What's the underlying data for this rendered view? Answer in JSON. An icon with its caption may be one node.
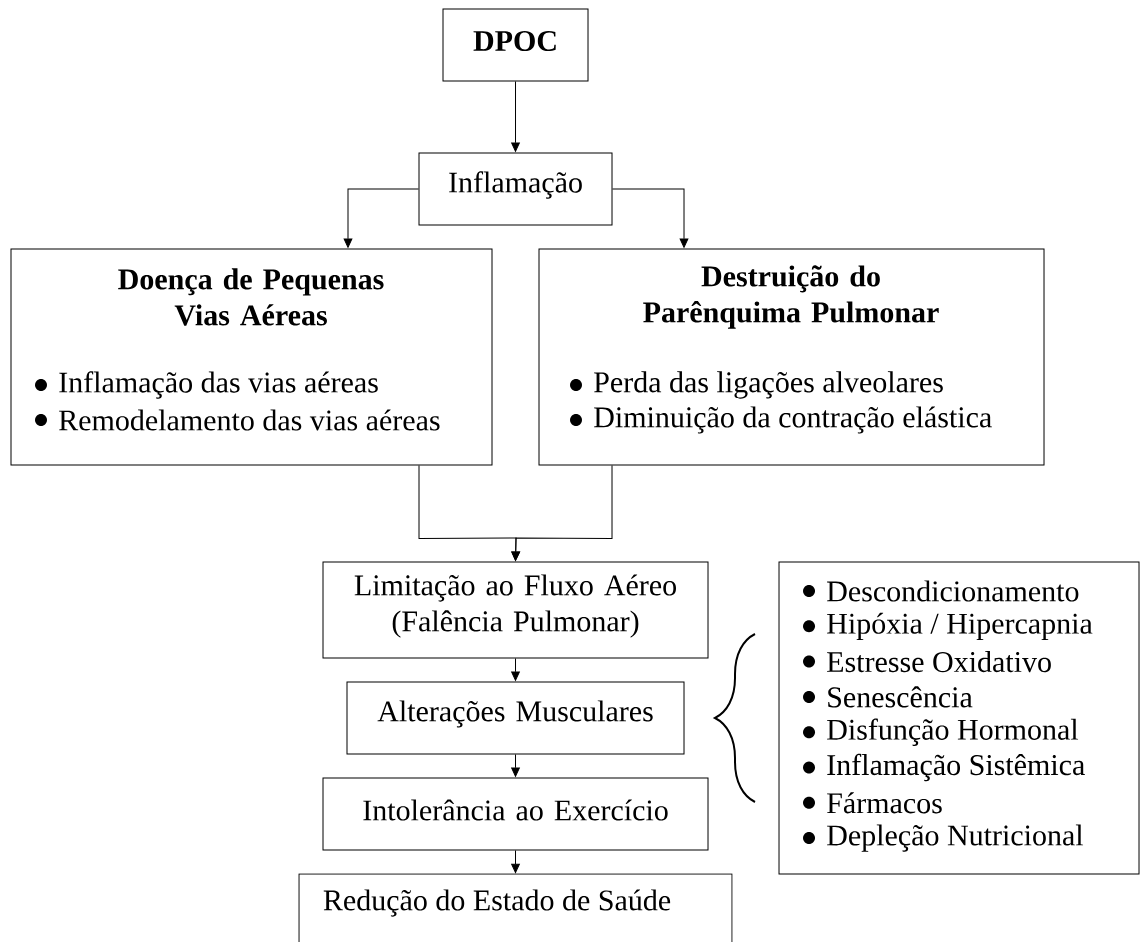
{
  "diagram": {
    "nodes": [
      {
        "text": [
          "DPOC"
        ]
      },
      {
        "text": [
          "Inflamação"
        ]
      },
      {
        "text": [
          "Doença de Pequenas Vias Aéreas",
          "Inflamação das vias aéreas",
          "Remodelamento das vias aéreas"
        ]
      },
      {
        "text": [
          "Destruição do Parênquima Pulmonar",
          "Perda das ligações alveolares",
          "Diminuição da contração elástica"
        ]
      },
      {
        "text": [
          "Limitação ao Fluxo Aéreo (Falência Pulmonar)"
        ]
      },
      {
        "text": [
          "Alterações Musculares"
        ]
      },
      {
        "text": [
          "Intolerância ao Exercício"
        ]
      },
      {
        "text": [
          "Redução do Estado de Saúde"
        ]
      },
      {
        "text": [
          "Descondicionamento",
          "Hipóxia / Hipercapnia",
          "Estresse Oxidativo",
          "Senescência",
          "Disfunção Hormonal",
          "Inflamação Sistêmica",
          "Fármacos",
          "Depleção Nutricional"
        ]
      }
    ],
    "edges": [
      {
        "from": 0,
        "to": 1,
        "arrow": "to"
      },
      {
        "from": 1,
        "to": 2,
        "arrow": "to"
      },
      {
        "from": 1,
        "to": 3,
        "arrow": "to"
      },
      {
        "from": 2,
        "to": 4,
        "arrow": "to"
      },
      {
        "from": 3,
        "to": 4,
        "arrow": "to"
      },
      {
        "from": 4,
        "to": 5,
        "arrow": "to"
      },
      {
        "from": 5,
        "to": 6,
        "arrow": "to"
      },
      {
        "from": 6,
        "to": 7,
        "arrow": "to"
      }
    ]
  }
}
